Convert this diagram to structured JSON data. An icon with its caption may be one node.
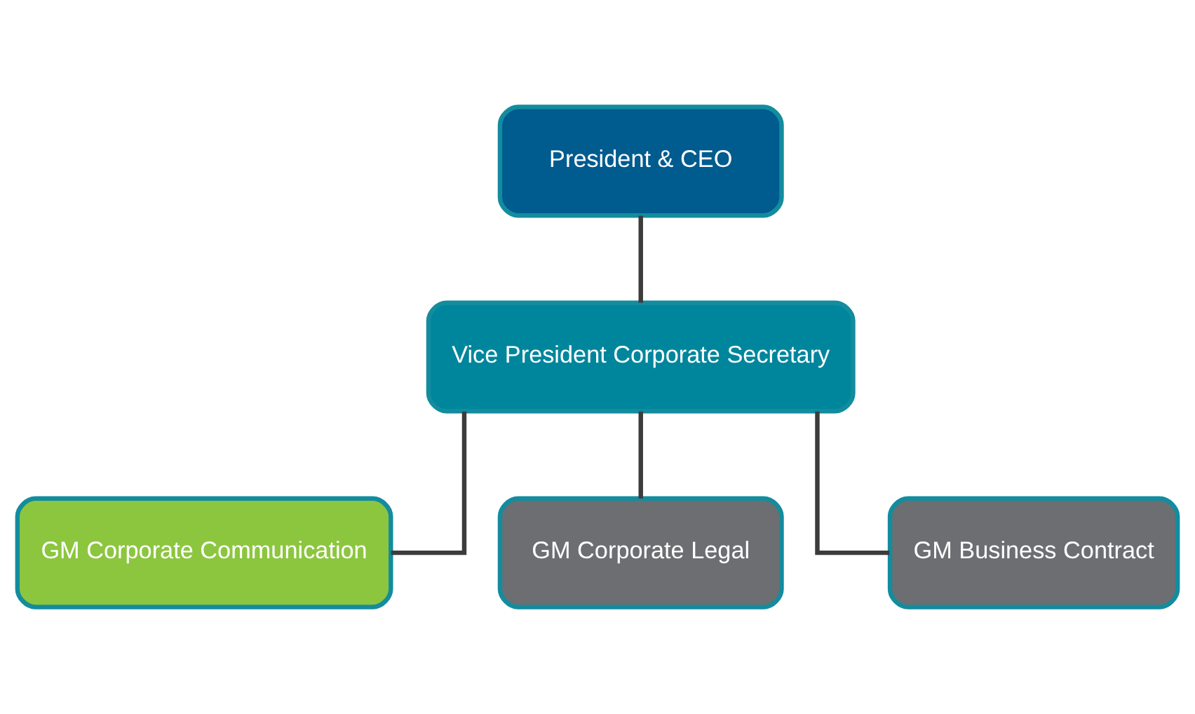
{
  "diagram": {
    "nodes": [
      {
        "text": [
          "President & CEO"
        ]
      },
      {
        "text": [
          "Vice President Corporate Secretary"
        ]
      },
      {
        "text": [
          "GM Corporate Communication"
        ]
      },
      {
        "text": [
          "GM Corporate Legal"
        ]
      },
      {
        "text": [
          "GM Business Contract"
        ]
      }
    ],
    "edges": [
      {
        "from": 0,
        "to": 1,
        "arrow": "none"
      },
      {
        "from": 1,
        "to": 2,
        "arrow": "none"
      },
      {
        "from": 1,
        "to": 3,
        "arrow": "none"
      },
      {
        "from": 1,
        "to": 4,
        "arrow": "none"
      }
    ]
  }
}
